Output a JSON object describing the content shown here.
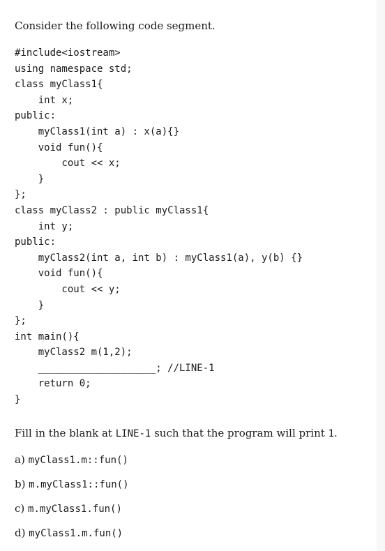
{
  "intro": "Consider the following code segment.",
  "code_lines": [
    "#include<iostream>",
    "using namespace std;",
    "class myClass1{",
    "    int x;",
    "public:",
    "    myClass1(int a) : x(a){}",
    "    void fun(){",
    "        cout << x;",
    "    }",
    "};",
    "class myClass2 : public myClass1{",
    "    int y;",
    "public:",
    "    myClass2(int a, int b) : myClass1(a), y(b) {}",
    "    void fun(){",
    "        cout << y;",
    "    }",
    "};",
    "int main(){",
    "    myClass2 m(1,2);",
    "    ____________________; //LINE-1",
    "    return 0;",
    "}"
  ],
  "question": {
    "prefix": "Fill in the blank at ",
    "code": "LINE-1",
    "middle": " such that the program will print ",
    "value": "1",
    "suffix": "."
  },
  "options": [
    {
      "letter": "a)",
      "code": "myClass1.m::fun()"
    },
    {
      "letter": "b)",
      "code": "m.myClass1::fun()"
    },
    {
      "letter": "c)",
      "code": "m.myClass1.fun()"
    },
    {
      "letter": "d)",
      "code": "myClass1.m.fun()"
    }
  ]
}
